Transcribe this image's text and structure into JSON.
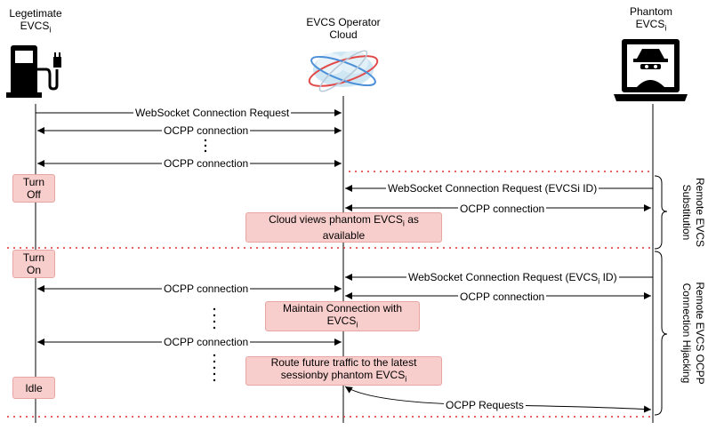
{
  "actors": {
    "legit_line1": "Legetimate",
    "legit_line2": "EVCS",
    "legit_sub": "i",
    "cloud_line1": "EVCS Operator",
    "cloud_line2": "Cloud",
    "phantom_line1": "Phantom",
    "phantom_line2": "EVCS",
    "phantom_sub": "i"
  },
  "messages": {
    "ws_request": "WebSocket Connection Request",
    "ocpp_1": "OCPP connection",
    "ocpp_2": "OCPP connection",
    "ws_request_evcsi": "WebSocket Connection Request (EVCSi ID)",
    "ocpp_phantom_1": "OCPP connection",
    "ws_request_evcs_i_pre": "WebSocket Connection Request (EVCS",
    "ws_request_evcs_i_sub": "i",
    "ws_request_evcs_i_post": " ID)",
    "ocpp_3": "OCPP connection",
    "ocpp_phantom_2": "OCPP connection",
    "ocpp_4": "OCPP connection",
    "ocpp_requests": "OCPP Requests"
  },
  "notes": {
    "cloud_views_pre": "Cloud views phantom EVCS",
    "cloud_views_sub": "i",
    "cloud_views_post": " as",
    "cloud_views_line2": "available",
    "maintain_line1": "Maintain Connection with",
    "maintain_line2_pre": "EVCS",
    "maintain_line2_sub": "i",
    "route_line1": "Route future traffic to the latest",
    "route_line2_pre": "sessionby phantom EVCS",
    "route_line2_sub": "i"
  },
  "states": {
    "turn_off_1": "Turn",
    "turn_off_2": "Off",
    "turn_on_1": "Turn",
    "turn_on_2": "On",
    "idle": "Idle"
  },
  "phases": {
    "substitution_line1": "Remote EVCS",
    "substitution_line2": "Substitution",
    "hijacking_line1": "Remote EVCS OCPP",
    "hijacking_line2": "Connection Hijacking"
  },
  "colors": {
    "note_fill": "#f8cecc",
    "note_border": "#e8a6a3",
    "separator": "#e03030",
    "line": "#000000"
  }
}
